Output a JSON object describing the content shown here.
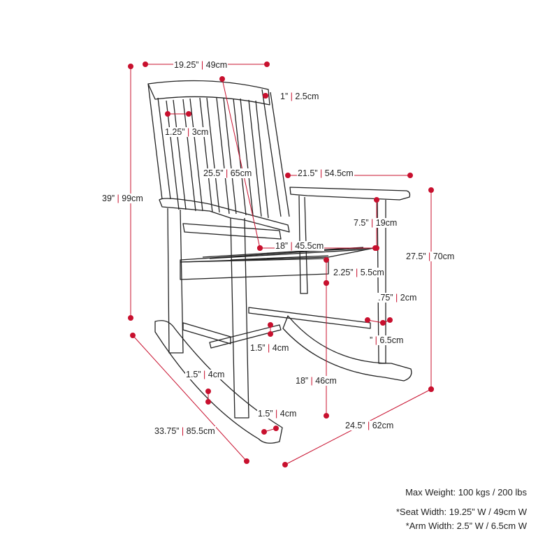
{
  "colors": {
    "accent": "#c8102e",
    "line": "#222222"
  },
  "dimensions": [
    {
      "id": "top-width",
      "imperial": "19.25”",
      "metric": "49cm"
    },
    {
      "id": "total-height",
      "imperial": "39”",
      "metric": "99cm"
    },
    {
      "id": "top-rail-thickness",
      "imperial": "1”",
      "metric": "2.5cm"
    },
    {
      "id": "slat-width",
      "imperial": "1.25”",
      "metric": "3cm"
    },
    {
      "id": "back-height",
      "imperial": "25.5”",
      "metric": "65cm"
    },
    {
      "id": "arm-length",
      "imperial": "21.5”",
      "metric": "54.5cm"
    },
    {
      "id": "arm-height",
      "imperial": "7.5”",
      "metric": "19cm"
    },
    {
      "id": "arm-to-floor",
      "imperial": "27.5”",
      "metric": "70cm"
    },
    {
      "id": "seat-depth",
      "imperial": "18”",
      "metric": "45.5cm"
    },
    {
      "id": "seat-thickness",
      "imperial": "2.25”",
      "metric": "5.5cm"
    },
    {
      "id": "arm-thickness",
      "imperial": ".75”",
      "metric": "2cm"
    },
    {
      "id": "arm-width",
      "imperial": "”",
      "metric": "6.5cm"
    },
    {
      "id": "stretcher-height",
      "imperial": "1.5”",
      "metric": "4cm"
    },
    {
      "id": "seat-height",
      "imperial": "18”",
      "metric": "46cm"
    },
    {
      "id": "rocker-height",
      "imperial": "1.5”",
      "metric": "4cm"
    },
    {
      "id": "leg-width",
      "imperial": "1.5”",
      "metric": "4cm"
    },
    {
      "id": "rocker-length",
      "imperial": "33.75”",
      "metric": "85.5cm"
    },
    {
      "id": "total-width",
      "imperial": "24.5”",
      "metric": "62cm"
    }
  ],
  "notes": {
    "max_weight": "Max Weight: 100 kgs / 200 lbs",
    "seat_width": "*Seat Width: 19.25” W / 49cm W",
    "arm_width": "*Arm Width: 2.5” W / 6.5cm W"
  }
}
